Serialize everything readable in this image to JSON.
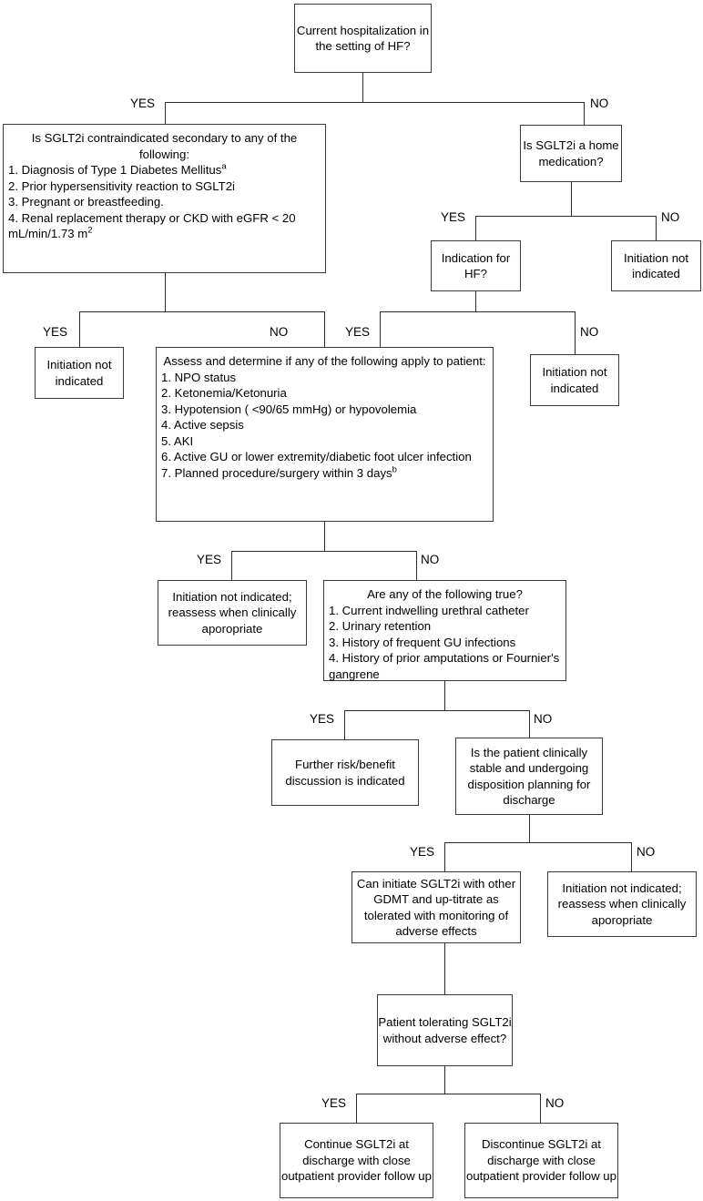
{
  "diagram": {
    "title": "SGLT2i initiation decision flowchart",
    "edge_labels": {
      "yes": "YES",
      "no": "NO"
    },
    "footnote_markers": {
      "a": "a",
      "b": "b"
    }
  },
  "nodes": {
    "root": {
      "id": "current-hospitalization",
      "text": "Current hospitalization in the setting of HF?"
    },
    "contraindications": {
      "id": "contraindications",
      "heading": "Is SGLT2i contraindicated secondary to any of the following:",
      "items": [
        "1. Diagnosis of Type 1 Diabetes Mellitus",
        "2. Prior hypersensitivity reaction to SGLT2i",
        "3. Pregnant or breastfeeding.",
        "4. Renal replacement therapy or CKD with eGFR < 20 mL/min/1.73 m"
      ],
      "item1_sup": "a",
      "item4_sup": "2"
    },
    "home_med": {
      "id": "home-medication",
      "text": "Is SGLT2i a home medication?"
    },
    "indication_hf": {
      "id": "indication-for-hf",
      "text": "Indication for HF?"
    },
    "not_indicated_a": {
      "id": "initiation-not-indicated-home-med-no",
      "text": "Initiation not indicated"
    },
    "not_indicated_b": {
      "id": "initiation-not-indicated-contraindicated-yes",
      "text": "Initiation not indicated"
    },
    "not_indicated_c": {
      "id": "initiation-not-indicated-no-hf-indication",
      "text": "Initiation not indicated"
    },
    "assess": {
      "id": "assess-and-determine",
      "heading": "Assess and determine if any of the following apply to patient:",
      "items": [
        "1. NPO status",
        "2. Ketonemia/Ketonuria",
        "3. Hypotension ( <90/65 mmHg) or hypovolemia",
        "4. Active sepsis",
        "5. AKI",
        "6. Active GU or lower extremity/diabetic foot ulcer infection",
        "7. Planned procedure/surgery within 3 days"
      ],
      "item7_sup": "b"
    },
    "reassess_1": {
      "id": "initiation-not-indicated-reassess-1",
      "text": "Initiation not indicated; reassess when clinically aporopriate"
    },
    "following_true": {
      "id": "are-any-following-true",
      "heading": "Are any of the following true?",
      "items": [
        "1. Current indwelling urethral catheter",
        "2. Urinary retention",
        "3. History of frequent GU infections",
        "4. History of prior amputations or Fournier's gangrene"
      ]
    },
    "risk_benefit": {
      "id": "further-risk-benefit-discussion",
      "text": "Further risk/benefit discussion is indicated"
    },
    "clinically_stable": {
      "id": "clinically-stable-disposition",
      "text": "Is the patient clinically stable and undergoing disposition planning for discharge"
    },
    "can_initiate": {
      "id": "can-initiate-sglt2i",
      "text": "Can initiate SGLT2i with other GDMT and up-titrate as tolerated with monitoring of adverse effects"
    },
    "reassess_2": {
      "id": "initiation-not-indicated-reassess-2",
      "text": "Initiation not indicated; reassess when clinically aporopriate"
    },
    "tolerating": {
      "id": "patient-tolerating",
      "text": "Patient tolerating SGLT2i without adverse effect?"
    },
    "continue": {
      "id": "continue-sglt2i",
      "text": "Continue SGLT2i at discharge with close outpatient provider follow up"
    },
    "discontinue": {
      "id": "discontinue-sglt2i",
      "text": "Discontinue SGLT2i at discharge with close outpatient provider follow up"
    }
  },
  "colors": {
    "box_border": "#3a3a3a",
    "edge": "#2b2b2b",
    "background": "#ffffff",
    "text": "#000000"
  }
}
